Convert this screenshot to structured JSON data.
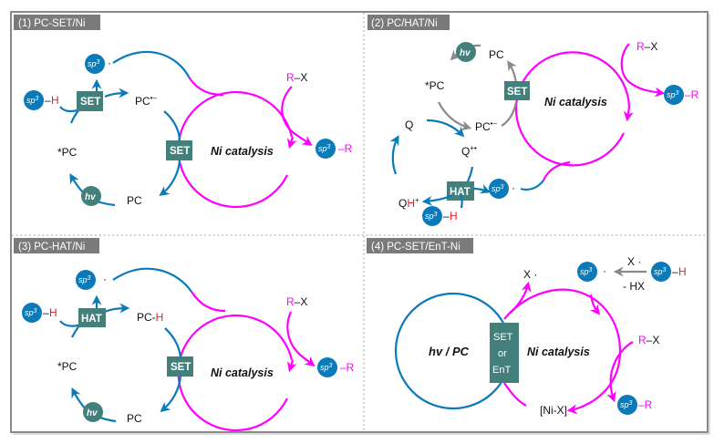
{
  "colors": {
    "frame": "#8a8a8a",
    "title_bg": "#7a7a7a",
    "blue": "#0a7ab8",
    "teal_box": "#437f7b",
    "magenta": "#ff00ff",
    "red": "#ee1c25",
    "gray_arrow": "#8a8a8a"
  },
  "common": {
    "sp3": "sp",
    "sp3_sup": "3",
    "dash": "–",
    "H": "H",
    "R": "R",
    "X": "X",
    "radical_dot": "·",
    "ni_catalysis": "Ni catalysis",
    "hv": "hv"
  },
  "panels": [
    {
      "id": 1,
      "title": "(1) PC-SET/Ni",
      "labels": {
        "pc_radical_anion": "PC•–",
        "excited_pc": "*PC",
        "pc": "PC",
        "set_top": "SET",
        "set_mid": "SET",
        "r_x": "R–X",
        "product": "sp3–R",
        "substrate": "sp3–H"
      }
    },
    {
      "id": 2,
      "title": "(2) PC/HAT/Ni",
      "labels": {
        "pc": "PC",
        "excited_pc": "*PC",
        "pc_radical_anion": "PC•–",
        "q": "Q",
        "q_radical_cation": "Q+•",
        "qh_plus": "QH+",
        "set": "SET",
        "hat": "HAT",
        "r_x": "R–X",
        "product": "sp3–R",
        "substrate": "sp3–H"
      }
    },
    {
      "id": 3,
      "title": "(3) PC-HAT/Ni",
      "labels": {
        "pc_h": "PC-H",
        "excited_pc": "*PC",
        "pc": "PC",
        "hat": "HAT",
        "set": "SET",
        "r_x": "R–X",
        "product": "sp3–R",
        "substrate": "sp3–H"
      }
    },
    {
      "id": 4,
      "title": "(4) PC-SET/EnT-Ni",
      "labels": {
        "hv_pc": "hv / PC",
        "box_line1": "SET",
        "box_line2": "or",
        "box_line3": "EnT",
        "x_radical": "X ·",
        "x_radical_reagent": "X ·",
        "minus_hx": "- HX",
        "ni_x": "[Ni-X]",
        "r_x": "R–X",
        "product": "sp3–R",
        "substrate": "sp3–H"
      }
    }
  ]
}
